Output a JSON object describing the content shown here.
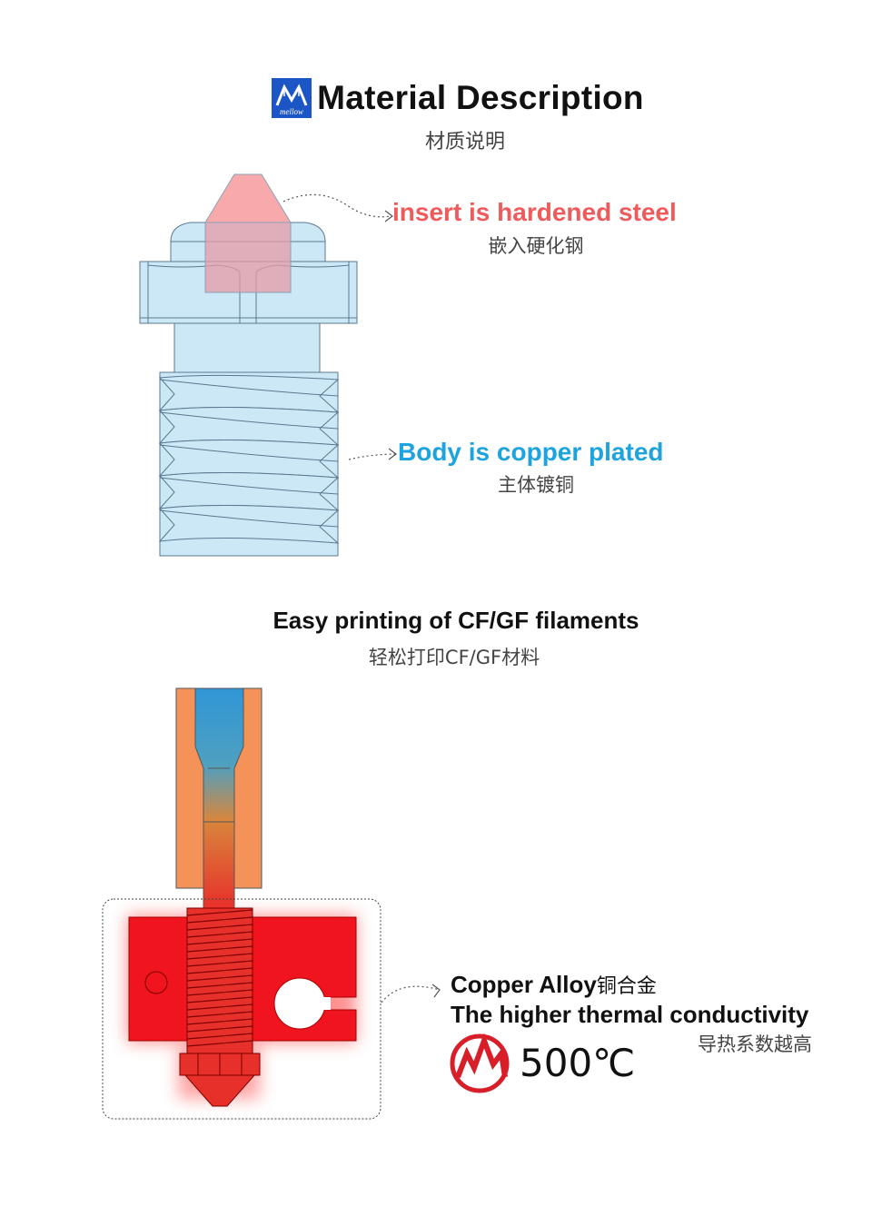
{
  "header": {
    "title": "Material Description",
    "subtitle_cn": "材质说明",
    "logo_text": "mellow"
  },
  "nozzle_section": {
    "insert_label": "insert is hardened steel",
    "insert_label_cn": "嵌入硬化钢",
    "body_label": "Body is copper plated",
    "body_label_cn": "主体镀铜"
  },
  "heater_section": {
    "title": "Easy printing of CF/GF filaments",
    "title_cn": "轻松打印CF/GF材料",
    "alloy_label": "Copper Alloy",
    "alloy_label_cn": "铜合金",
    "conductivity_label": "The higher thermal conductivity",
    "conductivity_label_cn": "导热系数越高",
    "temperature": "500℃"
  },
  "colors": {
    "brand_blue": "#1c55c6",
    "insert_red": "#ef5b5b",
    "body_blue": "#1ca3e0",
    "nozzle_fill": "#cce7f6",
    "heater_red": "#f0141e",
    "temp_icon_red": "#d81e28"
  },
  "icons": [
    "mellow-logo-icon",
    "dotted-arrow-icon",
    "flame-temperature-icon"
  ]
}
